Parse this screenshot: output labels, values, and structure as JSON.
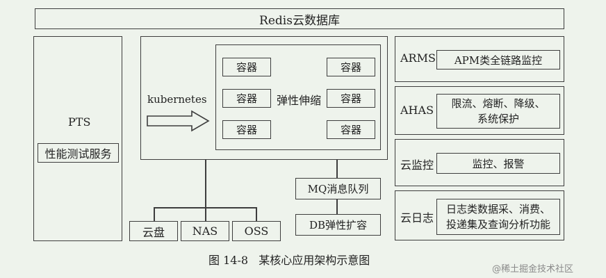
{
  "top_bar": {
    "label": "Redis云数据库"
  },
  "pts": {
    "title": "PTS",
    "service": "性能测试服务"
  },
  "k8s": {
    "label": "kubernetes",
    "scaling_label": "弹性伸缩",
    "container": "容器"
  },
  "storage": {
    "cloud_disk": "云盘",
    "nas": "NAS",
    "oss": "OSS"
  },
  "mq": {
    "label": "MQ消息队列"
  },
  "db": {
    "label": "DB弹性扩容"
  },
  "right": [
    {
      "name": "ARMS",
      "desc": "APM类全链路监控"
    },
    {
      "name": "AHAS",
      "desc": "限流、熔断、降级、\n系统保护"
    },
    {
      "name": "云监控",
      "desc": "监控、报警"
    },
    {
      "name": "云日志",
      "desc": "日志类数据采、消费、\n投递集及查询分析功能"
    }
  ],
  "caption": "图 14-8   某核心应用架构示意图",
  "watermark": "@稀土掘金技术社区"
}
